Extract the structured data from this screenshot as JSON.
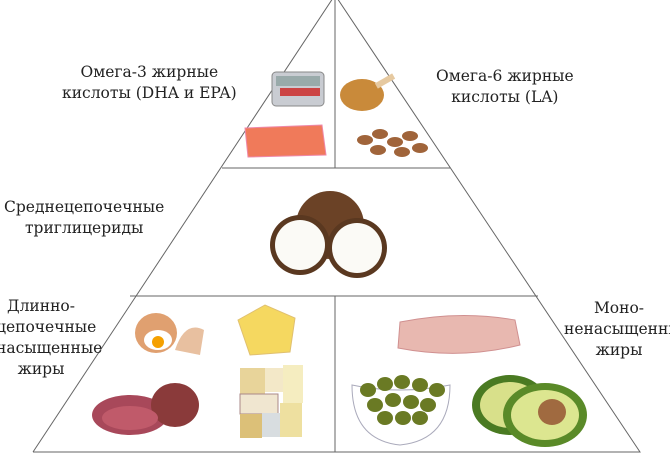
{
  "tiers": {
    "omega3": {
      "line1": "Омега-3 жирные",
      "line2": "кислоты (DHA и EPA)"
    },
    "omega6": {
      "line1": "Омега-6 жирные",
      "line2": "кислоты (LA)"
    },
    "mct": {
      "line1": "Среднецепочечные",
      "line2": "триглицериды"
    },
    "long_chain": {
      "line1": "Длинно-",
      "line2": "цепочечные",
      "line3": "насыщенные",
      "line4": "жиры"
    },
    "mono": {
      "line1": "Моно-",
      "line2": "ненасыщенные",
      "line3": "жиры"
    }
  },
  "foods": [
    "sardines",
    "salmon",
    "chicken-leg",
    "almonds",
    "coconut",
    "egg",
    "butter",
    "steak",
    "cheese",
    "bacon",
    "olives",
    "avocado"
  ]
}
